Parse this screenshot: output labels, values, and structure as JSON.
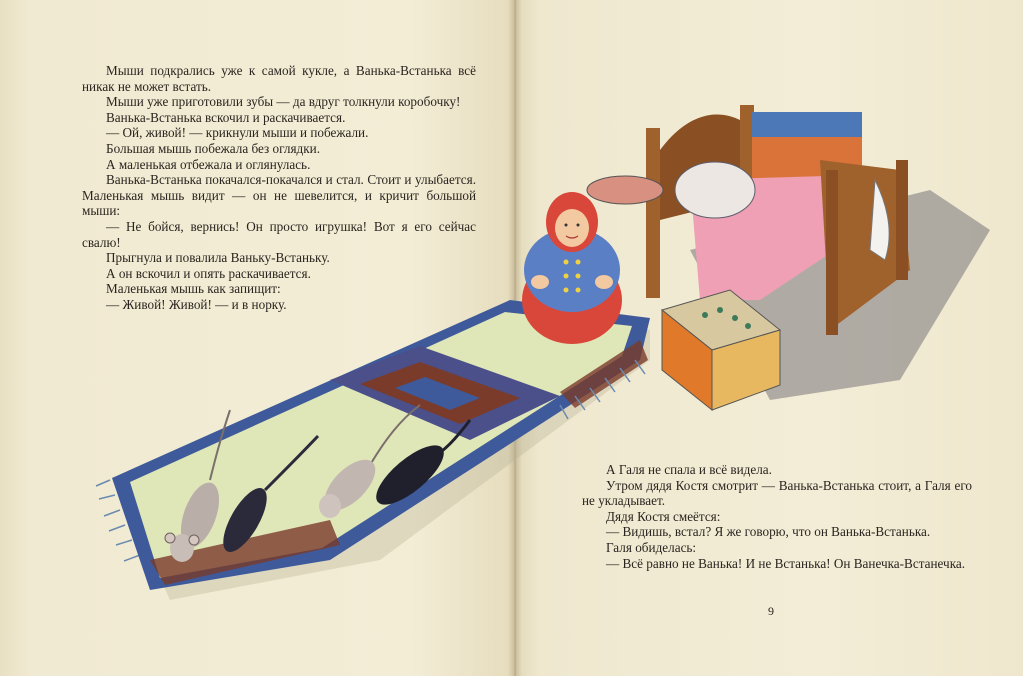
{
  "left_page": {
    "paragraphs": [
      "Мыши подкрались уже к самой кукле, а Ванька-Встанька всё никак не может встать.",
      "Мыши уже приготовили зубы — да вдруг толкнули коробочку!",
      "Ванька-Встанька вскочил и раскачивается.",
      "— Ой, живой! — крикнули мыши и побежали.",
      "Большая мышь побежала без оглядки.",
      "А маленькая отбежала и оглянулась.",
      "Ванька-Встанька покачался-покачался и стал. Стоит и улыбается. Маленькая мышь видит — он не шевелится, и кричит большой мыши:",
      "— Не бойся, вернись! Он просто игрушка! Вот я его сейчас свалю!",
      "Прыгнула и повалила Ваньку-Встаньку.",
      "А он вскочил и опять раскачивается.",
      "Маленькая мышь как запищит:",
      "— Живой! Живой! — и в норку."
    ]
  },
  "right_page": {
    "paragraphs": [
      "А Галя не спала и всё видела.",
      "Утром дядя Костя смотрит — Ванька-Встанька стоит, а Галя его не укладывает.",
      "Дядя Костя смеётся:",
      "— Видишь, встал? Я же говорю, что он Ванька-Встанька.",
      "Галя обиделась:",
      "— Всё равно не Ванька! И не Встанька! Он Ванечка-Встанечка."
    ],
    "page_number": "9"
  },
  "colors": {
    "paper": "#f3edd6",
    "ink": "#2a2420",
    "rug_green": "#dfe6b8",
    "rug_blue": "#3e5a9a",
    "doll_red": "#d9473a",
    "doll_blue": "#5b7fc4",
    "bed_wood": "#a0622d",
    "bed_pink": "#f0a0b4"
  }
}
